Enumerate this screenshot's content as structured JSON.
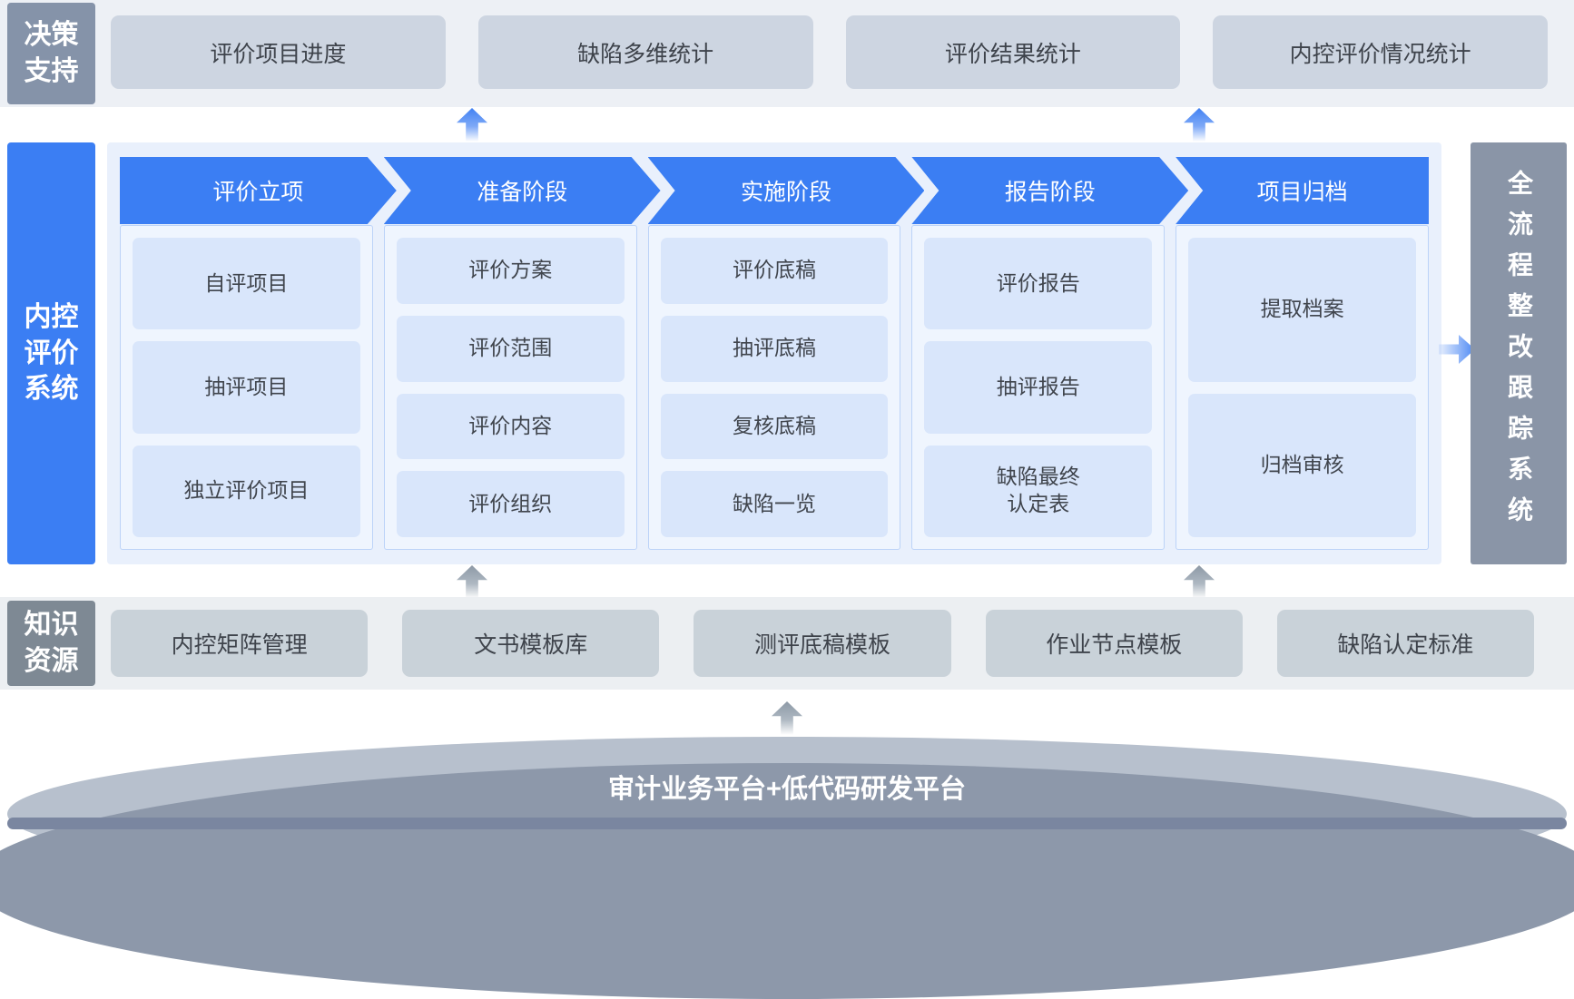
{
  "decision": {
    "label": "决策支持",
    "items": [
      "评价项目进度",
      "缺陷多维统计",
      "评价结果统计",
      "内控评价情况统计"
    ]
  },
  "system": {
    "label": "内控评价系统",
    "stages": [
      {
        "title": "评价立项",
        "items": [
          "自评项目",
          "抽评项目",
          "独立评价项目"
        ]
      },
      {
        "title": "准备阶段",
        "items": [
          "评价方案",
          "评价范围",
          "评价内容",
          "评价组织"
        ]
      },
      {
        "title": "实施阶段",
        "items": [
          "评价底稿",
          "抽评底稿",
          "复核底稿",
          "缺陷一览"
        ]
      },
      {
        "title": "报告阶段",
        "items": [
          "评价报告",
          "抽评报告",
          "缺陷最终认定表"
        ]
      },
      {
        "title": "项目归档",
        "items": [
          "提取档案",
          "归档审核"
        ]
      }
    ]
  },
  "tracking": {
    "label": "全流程整改跟踪系统"
  },
  "knowledge": {
    "label": "知识资源",
    "items": [
      "内控矩阵管理",
      "文书模板库",
      "测评底稿模板",
      "作业节点模板",
      "缺陷认定标准"
    ]
  },
  "platform": {
    "label": "审计业务平台+低代码研发平台"
  },
  "icons": {
    "flow_up": "up-arrow-icon",
    "flow_right": "right-arrow-icon"
  },
  "colors": {
    "accent_blue": "#3b7ef3",
    "slate_label": "#8593a9",
    "gray_label": "#7e8994",
    "top_box": "#cdd5e1",
    "knowledge_box": "#c9d2d9",
    "main_panel_bg": "#e9f0fc",
    "stage_panel_bg": "#eff5fe",
    "sub_box": "#d9e6fb",
    "tracking_bar": "#8a95a7",
    "platform_light": "#b7c0cd",
    "platform_dark": "#8d98aa",
    "platform_strip": "#7a86a0"
  }
}
